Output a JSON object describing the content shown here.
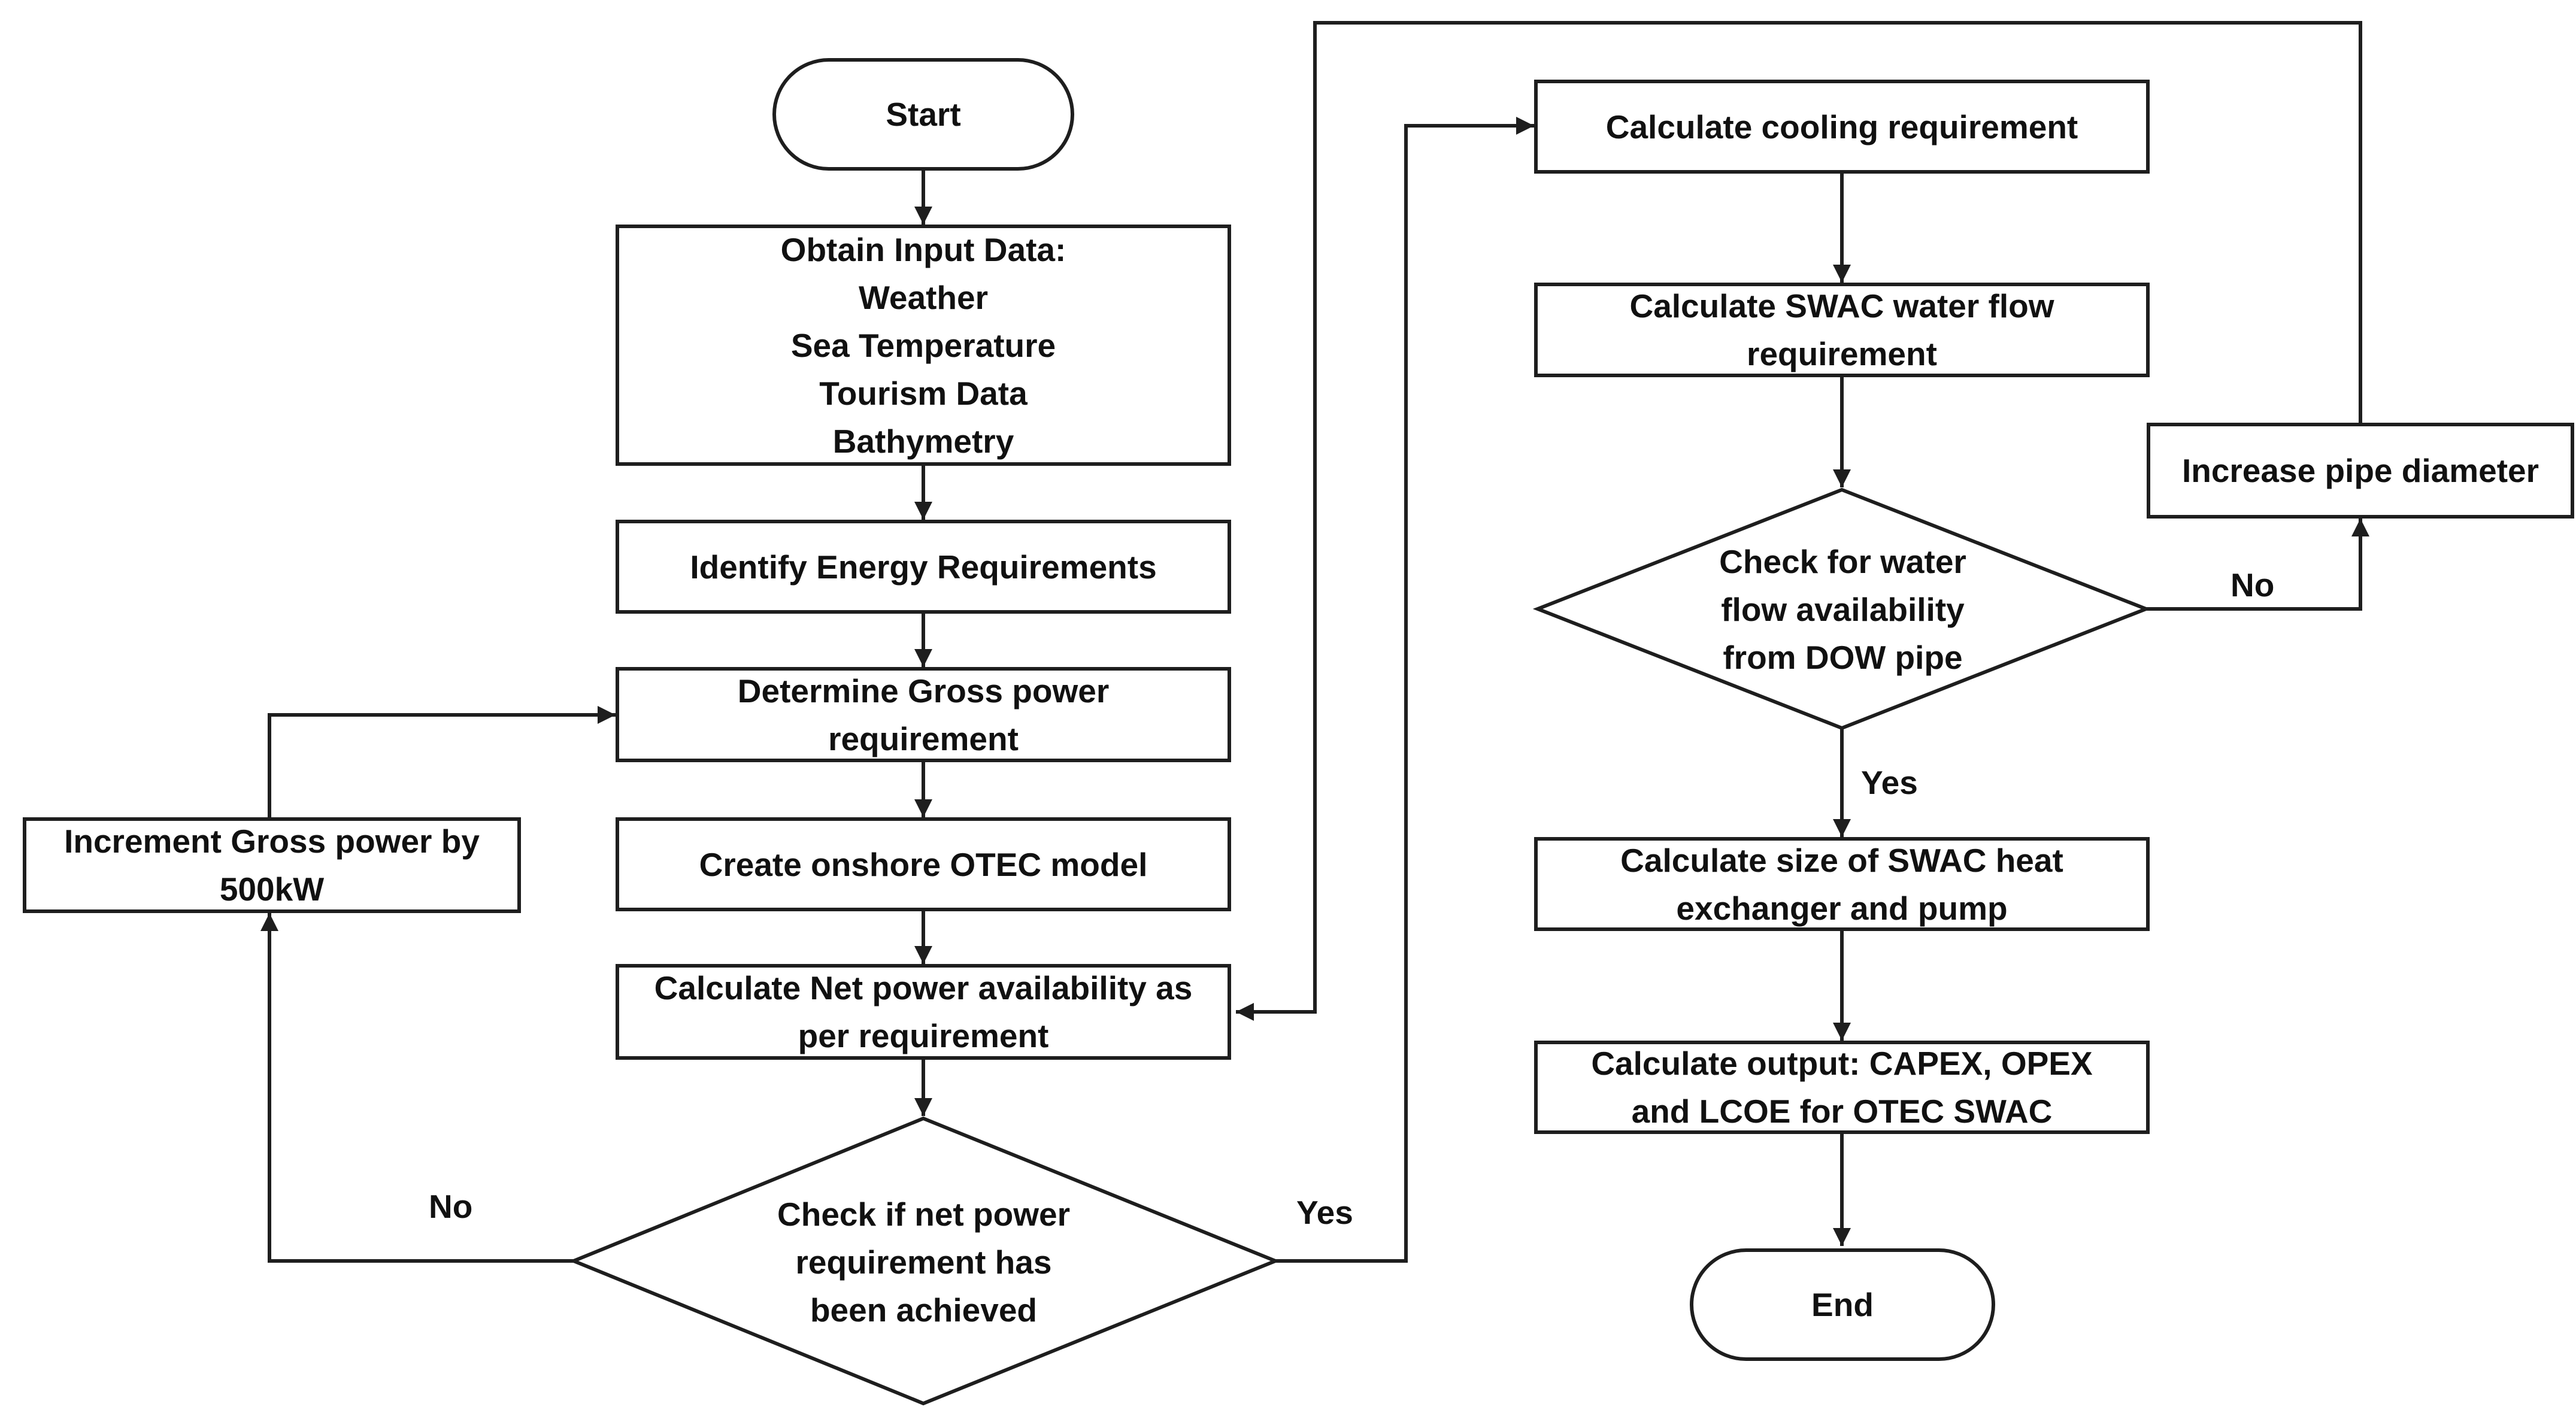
{
  "colors": {
    "stroke": "#1e1e1e",
    "text": "#111111",
    "background": "#ffffff"
  },
  "nodes": {
    "start": "Start",
    "obtain_input": "Obtain Input Data:\nWeather\nSea Temperature\nTourism Data\nBathymetry",
    "identify_energy": "Identify Energy Requirements",
    "gross_power": "Determine Gross power\nrequirement",
    "otec_model": "Create onshore OTEC model",
    "net_power": "Calculate Net power availability as\nper requirement",
    "check_net_power": "Check if net power\nrequirement has\nbeen achieved",
    "increment_gross": "Increment Gross power by\n500kW",
    "cooling": "Calculate cooling requirement",
    "swac_flow": "Calculate SWAC water flow\nrequirement",
    "check_water_flow": "Check for water\nflow availability\nfrom DOW pipe",
    "pipe_diameter": "Increase pipe diameter",
    "swac_size": "Calculate size of SWAC heat\nexchanger and pump",
    "output": "Calculate output: CAPEX, OPEX\nand LCOE for OTEC SWAC",
    "end": "End"
  },
  "edge_labels": {
    "net_no": "No",
    "net_yes": "Yes",
    "flow_no": "No",
    "flow_yes": "Yes"
  }
}
